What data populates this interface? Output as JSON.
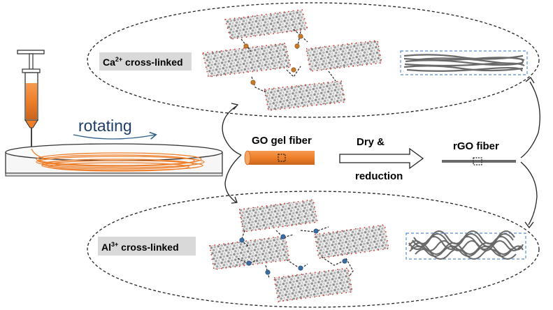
{
  "labels": {
    "rotating": "rotating",
    "ca_label_prefix": "Ca",
    "ca_label_sup": "2+",
    "ca_label_suffix": " cross-linked",
    "al_label_prefix": "Al",
    "al_label_sup": "3+",
    "al_label_suffix": " cross-linked",
    "go_gel_fiber": "GO gel fiber",
    "dry_line1": "Dry &",
    "dry_line2": "reduction",
    "rgo_fiber": "rGO fiber"
  },
  "colors": {
    "fiber_orange": "#ef7f2a",
    "fiber_orange_dark": "#c8651c",
    "rotation_arrow": "#2e5f8a",
    "ca_ion": "#c97a2a",
    "al_ion": "#3a6ea5",
    "oxygen": "#d7261e",
    "carbon": "#9a9a9a",
    "label_bg": "#d9d9d9",
    "dashed_box": "#5b8bd0",
    "rgo_fiber": "#6a6a6a"
  },
  "icons": {
    "syringe": "syringe-icon",
    "petri_dish": "petri-dish-icon",
    "rotation_arrow": "rotation-arrow-icon",
    "process_arrow": "process-arrow-icon"
  }
}
